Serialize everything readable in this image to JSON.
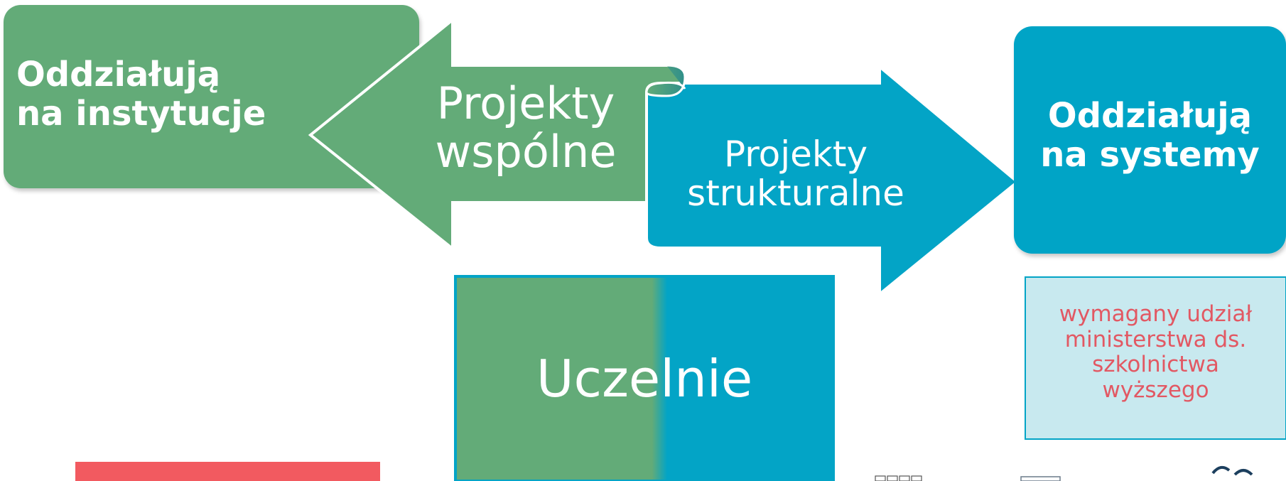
{
  "diagram": {
    "left_box": {
      "lines": [
        "Oddziałują",
        "na instytucje"
      ]
    },
    "left_arrow": {
      "lines": [
        "Projekty",
        "wspólne"
      ]
    },
    "right_arrow": {
      "lines": [
        "Projekty",
        "strukturalne"
      ]
    },
    "right_box": {
      "lines": [
        "Oddziałują",
        "na systemy"
      ]
    },
    "center_box": {
      "label": "Uczelnie"
    },
    "note_box": {
      "lines": [
        "wymagany udział",
        "ministerstwa ds.",
        "szkolnictwa",
        "wyższego"
      ]
    }
  },
  "colors": {
    "green": "#63ab78",
    "blue": "#03a4c6",
    "note_bg": "#c8e9ef",
    "note_text": "#e25863",
    "red_bar": "#f25a60"
  }
}
